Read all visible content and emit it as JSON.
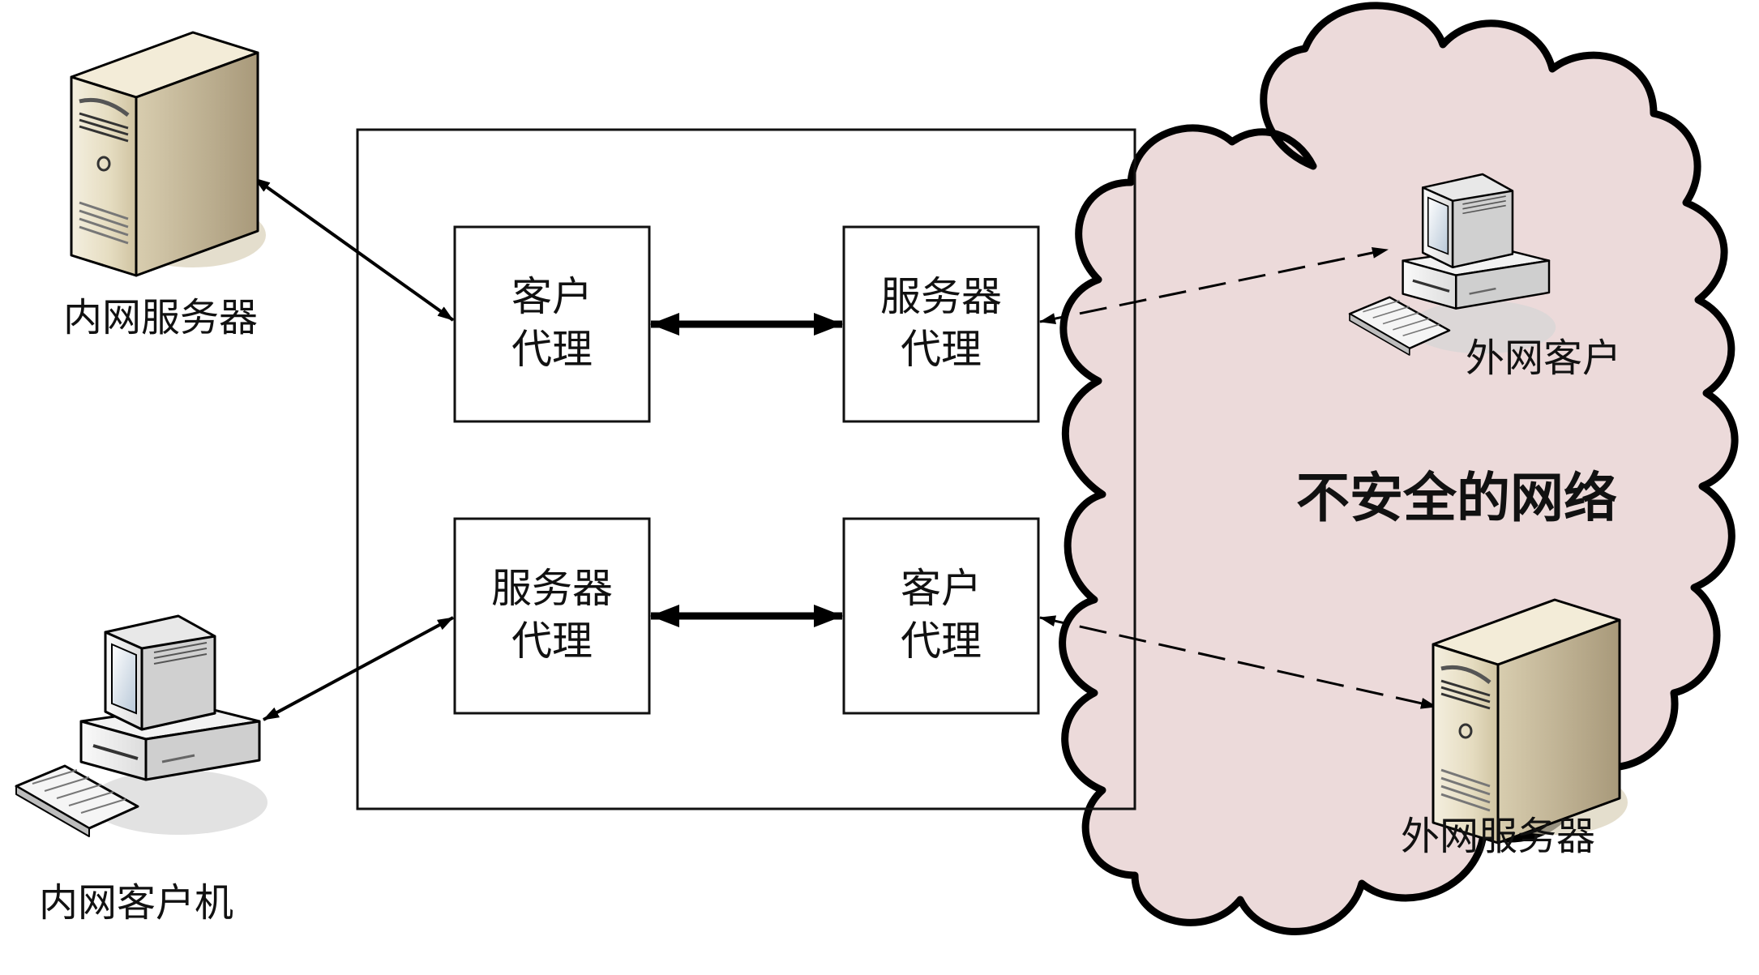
{
  "colors": {
    "cloud_fill": "#ecdada",
    "cloud_stroke": "#000000",
    "box_stroke": "#111111",
    "arrow": "#000000",
    "device_beige": "#e9e0c7"
  },
  "labels": {
    "internal_server": "内网服务器",
    "internal_client": "内网客户机",
    "external_client": "外网客户",
    "external_server": "外网服务器",
    "insecure_network": "不安全的网络"
  },
  "proxy_boxes": {
    "top_left": {
      "line1": "客户",
      "line2": "代理"
    },
    "top_right": {
      "line1": "服务器",
      "line2": "代理"
    },
    "bottom_left": {
      "line1": "服务器",
      "line2": "代理"
    },
    "bottom_right": {
      "line1": "客户",
      "line2": "代理"
    }
  },
  "icons": {
    "internal_server": "server-tower-icon",
    "internal_client": "desktop-computer-icon",
    "external_client": "desktop-computer-icon",
    "external_server": "server-tower-icon"
  }
}
